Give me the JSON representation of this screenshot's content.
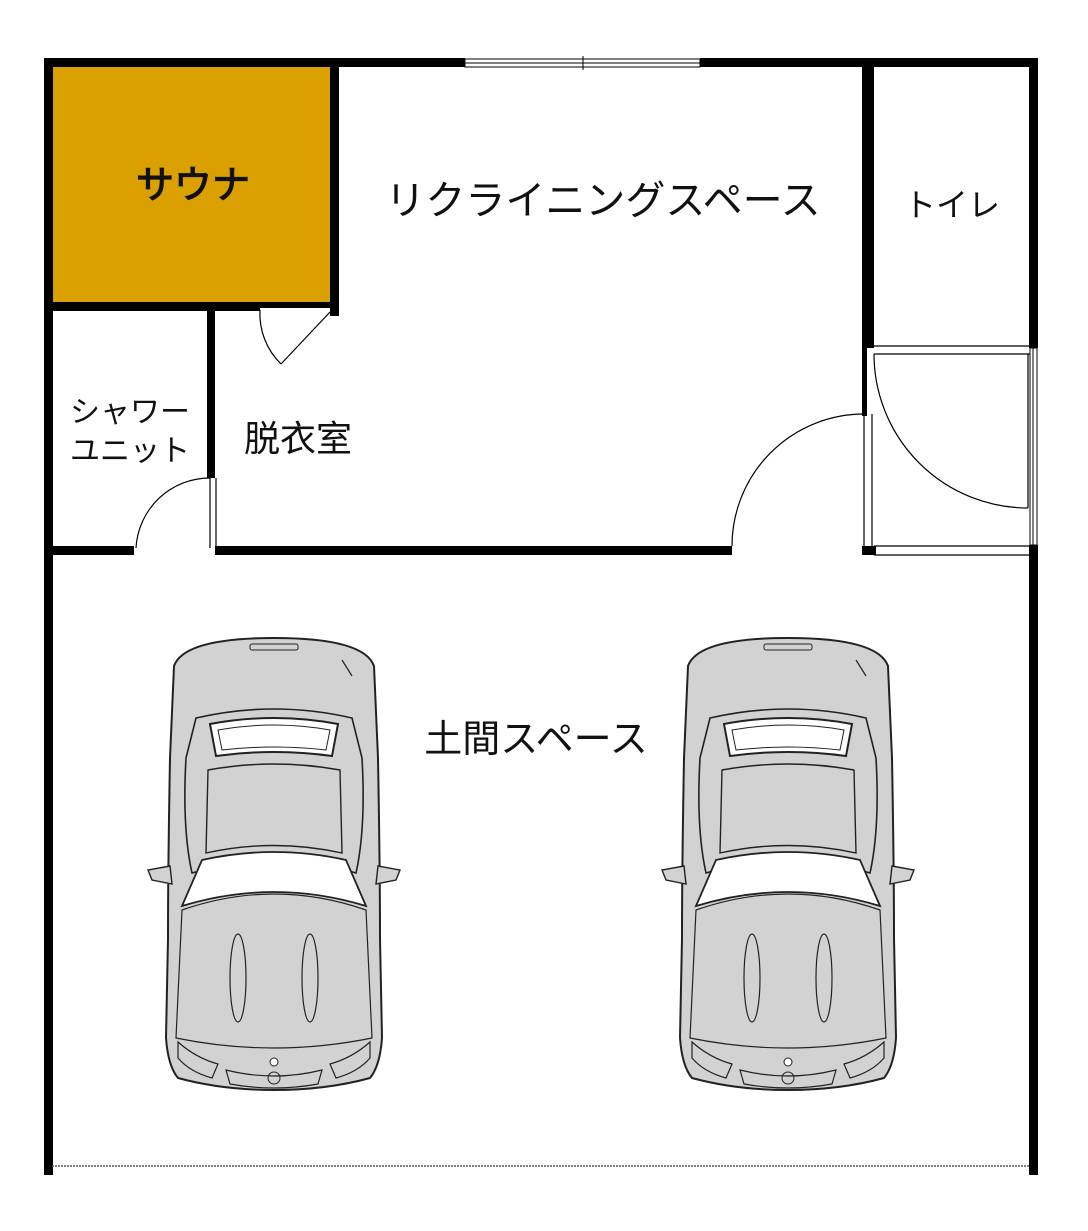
{
  "rooms": {
    "sauna": "サウナ",
    "reclining": "リクライニングスペース",
    "toilet": "トイレ",
    "shower_line1": "シャワー",
    "shower_line2": "ユニット",
    "dressing": "脱衣室",
    "doma": "土間スペース"
  },
  "colors": {
    "sauna_fill": "#DAA000",
    "wall": "#000000",
    "car_body": "#d2d2d2",
    "car_line": "#222222"
  },
  "icons": [
    "car-icon",
    "car-icon"
  ]
}
